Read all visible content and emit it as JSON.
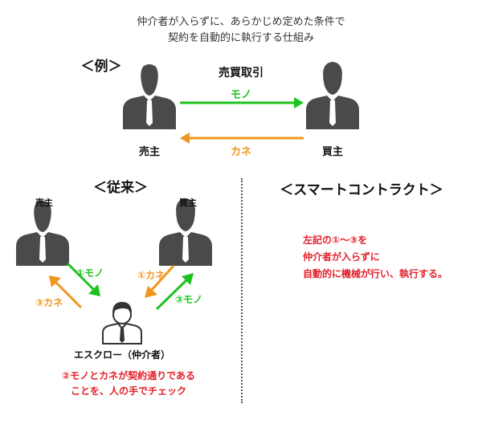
{
  "header": {
    "subtitle_line1": "仲介者が入らずに、あらかじめ定めた条件で",
    "subtitle_line2": "契約を自動的に執行する仕組み"
  },
  "example": {
    "heading": "＜例＞",
    "trade_label": "売買取引",
    "seller_label": "売主",
    "buyer_label": "買主",
    "goods_label": "モノ",
    "money_label": "カネ"
  },
  "traditional": {
    "heading": "＜従来＞",
    "seller_label": "売主",
    "buyer_label": "買主",
    "arrow1_label": "①モノ",
    "arrow2_label": "①カネ",
    "arrow3_label": "③カネ",
    "arrow4_label": "③モノ",
    "escrow_label": "エスクロー（仲介者）",
    "note_line1": "②モノとカネが契約通りである",
    "note_line2": "ことを、人の手でチェック"
  },
  "smart_contract": {
    "heading": "＜スマートコントラクト＞",
    "note_line1": "左記の①〜③を",
    "note_line2": "仲介者が入らずに",
    "note_line3": "自動的に機械が行い、執行する。"
  },
  "colors": {
    "green": "#1ec21e",
    "orange": "#f0961e",
    "red": "#e4202a",
    "person": "#4a4a4a"
  }
}
